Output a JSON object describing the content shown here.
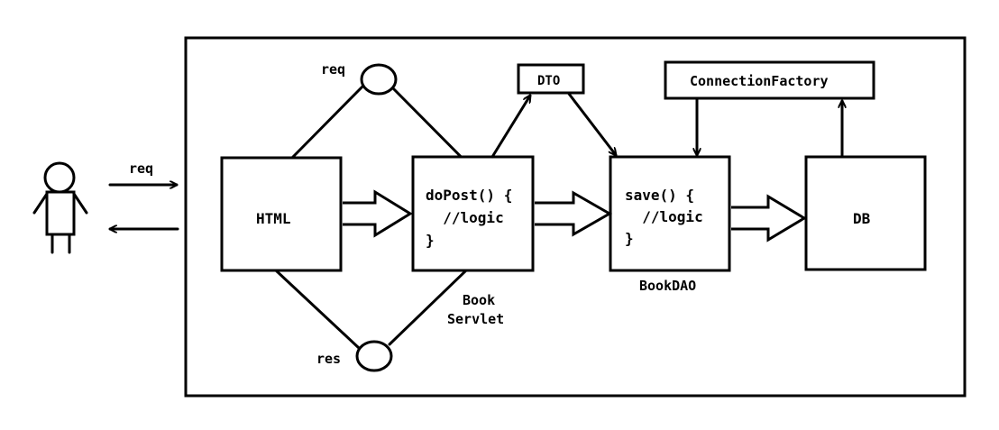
{
  "colors": {
    "ink": "#000000",
    "background": "#ffffff"
  },
  "actor": {
    "request_label": "req"
  },
  "nodes": {
    "html": {
      "label": "HTML"
    },
    "servlet": {
      "code_line1": "doPost() {",
      "code_line2": "  //logic",
      "code_line3": "}",
      "caption_line1": "Book",
      "caption_line2": "Servlet"
    },
    "dto": {
      "label": "DTO"
    },
    "dao": {
      "code_line1": "save() {",
      "code_line2": "  //logic",
      "code_line3": "}",
      "caption": "BookDAO"
    },
    "connection_factory": {
      "label": "ConnectionFactory"
    },
    "db": {
      "label": "DB"
    },
    "request_object": {
      "label": "req"
    },
    "response_object": {
      "label": "res"
    }
  }
}
